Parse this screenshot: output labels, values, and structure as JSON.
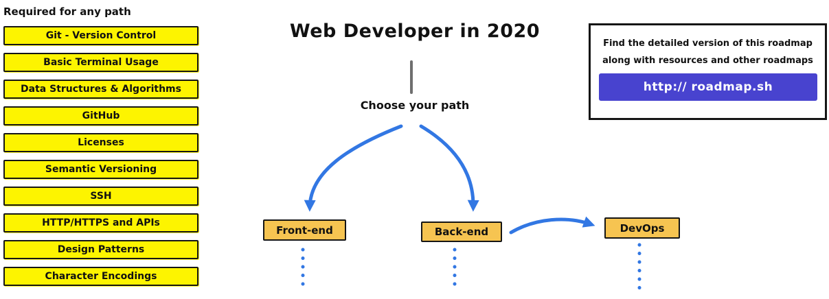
{
  "sidebar": {
    "header": "Required for any path",
    "items": [
      "Git - Version Control",
      "Basic Terminal Usage",
      "Data Structures & Algorithms",
      "GitHub",
      "Licenses",
      "Semantic Versioning",
      "SSH",
      "HTTP/HTTPS and APIs",
      "Design Patterns",
      "Character Encodings"
    ]
  },
  "header": {
    "title": "Web Developer in 2020",
    "choose_path_label": "Choose your path"
  },
  "nodes": {
    "frontend": "Front-end",
    "backend": "Back-end",
    "devops": "DevOps"
  },
  "info_box": {
    "line1": "Find the detailed version of this roadmap",
    "line2": "along with resources and other roadmaps",
    "button_label": "http:// roadmap.sh"
  },
  "colors": {
    "yellow": "#fdf400",
    "amber": "#f6c451",
    "blue": "#3277e3",
    "purple": "#4843cf",
    "gray": "#6f6f6f",
    "ink": "#151515"
  }
}
